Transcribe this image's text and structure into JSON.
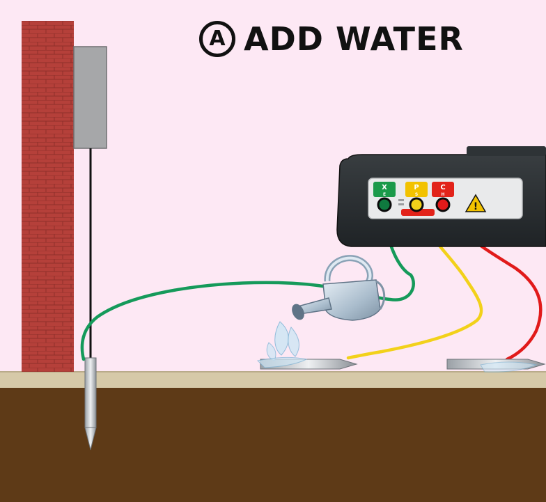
{
  "title": {
    "step_letter": "A",
    "text": "ADD WATER"
  },
  "terminals": [
    {
      "label": "X",
      "sub": "E",
      "color": "#1a9a4a"
    },
    {
      "label": "P",
      "sub": "S",
      "color": "#f2c200"
    },
    {
      "label": "C",
      "sub": "H",
      "color": "#e2231a"
    }
  ],
  "colors": {
    "background": "#fde8f4",
    "wall": "#b5403a",
    "ground_surface": "#d6c9a8",
    "soil": "#5e3a17",
    "wire_green": "#159a5a",
    "wire_yellow": "#f2d11a",
    "wire_red": "#e11a1a"
  },
  "icons": [
    "warning-icon",
    "watering-can-icon",
    "ground-rod-icon",
    "probe-spike-icon"
  ]
}
